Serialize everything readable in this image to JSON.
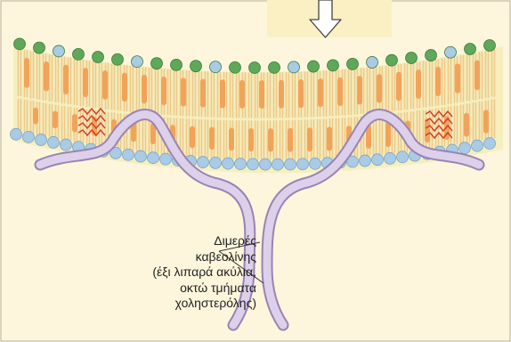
{
  "label": {
    "lines": [
      "Διμερές",
      "καβεολίνης",
      "(έξι λιπαρά ακύλια,",
      "οκτώ τμήματα",
      "χοληστερόλης)"
    ]
  },
  "colors": {
    "background": "#fdf6dc",
    "border": "#b8b0a0",
    "membrane_band": "#f6eebe",
    "lipid_tail": "#ecc98a",
    "cholesterol": "#f2a35a",
    "head_green": "#5fa85a",
    "head_blue": "#a9cbe6",
    "caveolin": "#d3c2e2",
    "caveolin_stroke": "#9a83b3",
    "acyl_chain": "#d43a2a",
    "arrow_fill": "#ffffff",
    "arrow_stroke": "#444444"
  }
}
